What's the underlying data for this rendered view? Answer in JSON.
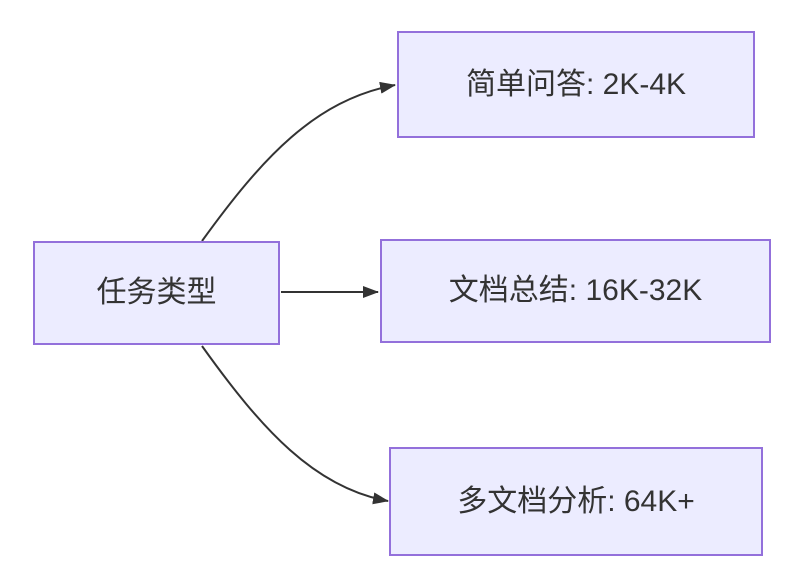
{
  "diagram": {
    "type": "flowchart-left-to-right",
    "background_color": "#ffffff",
    "node_fill_color": "#ECECFF",
    "node_border_color": "#9370DB",
    "edge_color": "#333333",
    "text_color": "#333333",
    "root": {
      "id": "task-type",
      "label": "任务类型"
    },
    "nodes": [
      {
        "id": "simple-qa",
        "label": "简单问答: 2K-4K"
      },
      {
        "id": "doc-summary",
        "label": "文档总结: 16K-32K"
      },
      {
        "id": "multi-doc",
        "label": "多文档分析: 64K+"
      }
    ],
    "edges": [
      {
        "from": "task-type",
        "to": "simple-qa"
      },
      {
        "from": "task-type",
        "to": "doc-summary"
      },
      {
        "from": "task-type",
        "to": "multi-doc"
      }
    ]
  }
}
